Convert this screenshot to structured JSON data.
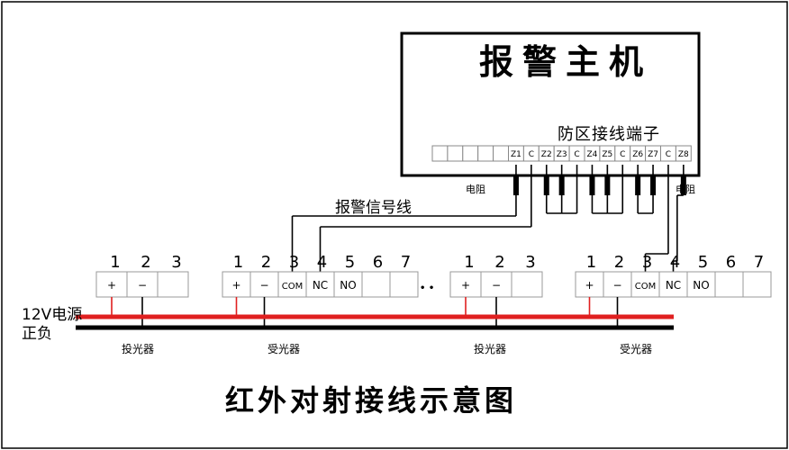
{
  "main_unit": {
    "title": "报警主机",
    "terminal_caption": "防区接线端子",
    "terminals": [
      "",
      "",
      "",
      "",
      "",
      "Z1",
      "C",
      "Z2",
      "Z3",
      "C",
      "Z4",
      "Z5",
      "C",
      "Z6",
      "Z7",
      "C",
      "Z8"
    ],
    "resistor_label_left": "电阻",
    "resistor_label_right": "电阻"
  },
  "signal_wire_label": "报警信号线",
  "power_label_line1": "12V电源",
  "power_label_line2": "正负",
  "ellipsis": "• •",
  "groups": [
    {
      "tx_numbers": [
        "1",
        "2",
        "3"
      ],
      "tx_cells": [
        "+",
        "−",
        ""
      ],
      "tx_label": "投光器",
      "rx_numbers": [
        "1",
        "2",
        "3",
        "4",
        "5",
        "6",
        "7"
      ],
      "rx_cells": [
        "+",
        "−",
        "COM",
        "NC",
        "NO",
        "",
        ""
      ],
      "rx_label": "受光器"
    },
    {
      "tx_numbers": [
        "1",
        "2",
        "3"
      ],
      "tx_cells": [
        "+",
        "−",
        ""
      ],
      "tx_label": "投光器",
      "rx_numbers": [
        "1",
        "2",
        "3",
        "4",
        "5",
        "6",
        "7"
      ],
      "rx_cells": [
        "+",
        "−",
        "COM",
        "NC",
        "NO",
        "",
        ""
      ],
      "rx_label": "受光器"
    }
  ],
  "caption": "红外对射接线示意图",
  "colors": {
    "power_positive": "#e02020",
    "power_negative": "#000000",
    "line": "#000000"
  }
}
